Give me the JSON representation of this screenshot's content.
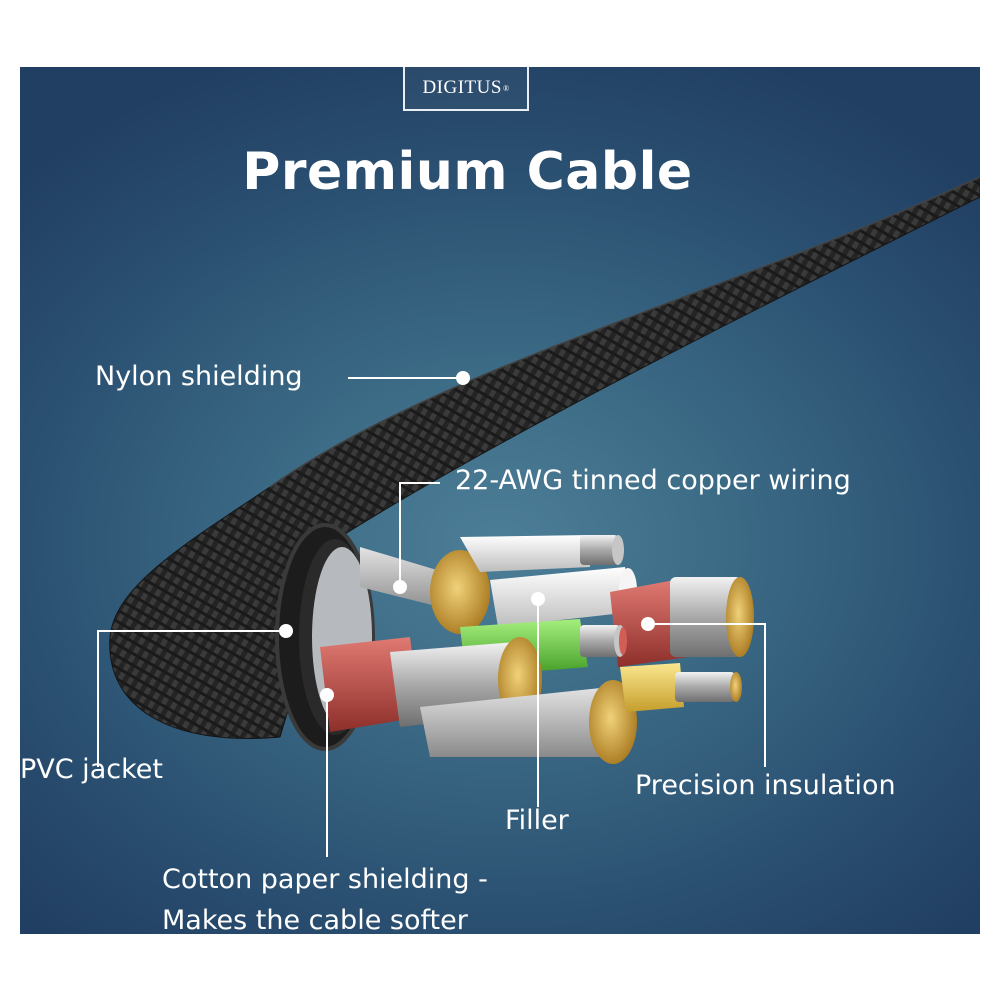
{
  "brand": {
    "name": "DIGITUS",
    "registered": "®"
  },
  "title": "Premium Cable",
  "labels": {
    "nylon": "Nylon shielding",
    "copper": "22-AWG tinned copper wiring",
    "pvc": "PVC jacket",
    "filler": "Filler",
    "insulation": "Precision insulation",
    "cotton_line1": "Cotton paper shielding -",
    "cotton_line2": "Makes the cable softer"
  },
  "colors": {
    "background": "#2b5172",
    "text": "#ffffff",
    "braid": "#2a2a2a",
    "copper": "#c9a24a",
    "red_insulation": "#c8504a",
    "green_insulation": "#6ac43f",
    "white_insulation": "#eeeeee",
    "yellow_insulation": "#e5c64a"
  }
}
